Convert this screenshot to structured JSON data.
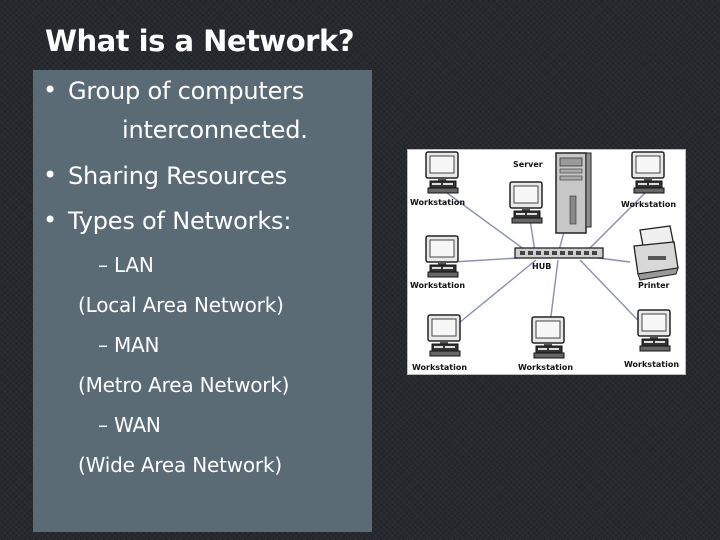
{
  "slide": {
    "title": "What is a Network?",
    "bullets": {
      "b1_line1": "Group of computers",
      "b1_line2": "interconnected.",
      "b2": "Sharing Resources",
      "b3": "Types of Networks:",
      "lan": "– LAN",
      "lan_full": "(Local Area Network)",
      "man": "– MAN",
      "man_full": "(Metro Area Network)",
      "wan": "– WAN",
      "wan_full": "(Wide Area Network)"
    },
    "bullet_glyph": "•"
  },
  "diagram": {
    "server_label": "Server",
    "hub_label": "HUB",
    "printer_label": "Printer",
    "workstation_label": "Workstation"
  },
  "colors": {
    "background": "#26292e",
    "panel": "#5b6b76",
    "text": "#ffffff"
  }
}
